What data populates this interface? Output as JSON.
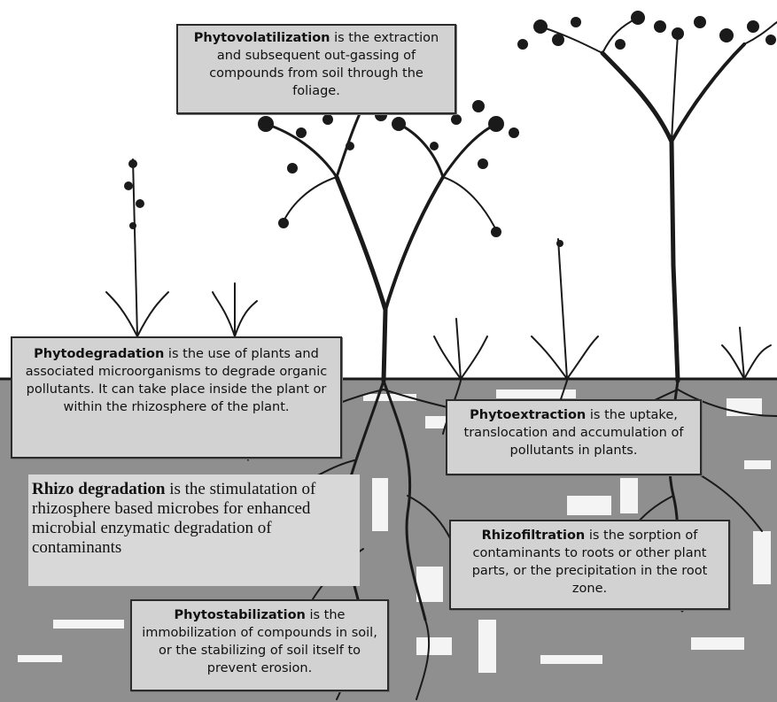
{
  "processes": [
    {
      "id": "phytovolatilization",
      "term": "Phytovolatilization",
      "text": " is the extraction and subsequent out-gassing of compounds from soil through the foliage."
    },
    {
      "id": "phytodegradation",
      "term": "Phytodegradation",
      "text": " is the use of plants and associated microorganisms to degrade organic pollutants. It can take place inside the plant or within the rhizosphere of the plant."
    },
    {
      "id": "phytoextraction",
      "term": "Phytoextraction",
      "text": " is the uptake, translocation and accumulation of pollutants in plants."
    },
    {
      "id": "rhizodegradation",
      "term": "Rhizo degradation",
      "text": " is the stimulatation of rhizosphere based microbes for enhanced microbial enzymatic degradation of contaminants"
    },
    {
      "id": "rhizofiltration",
      "term": "Rhizofiltration",
      "text": " is the sorption of contaminants to roots or other plant parts, or the precipitation in the root zone."
    },
    {
      "id": "phytostabilization",
      "term": "Phytostabilization",
      "text": " is the immobilization of compounds in soil, or the stabilizing of soil itself to prevent erosion."
    }
  ],
  "colors": {
    "soil": "#8f8f8f",
    "box_fill": "#d2d2d2",
    "ink": "#1a1a1a"
  }
}
